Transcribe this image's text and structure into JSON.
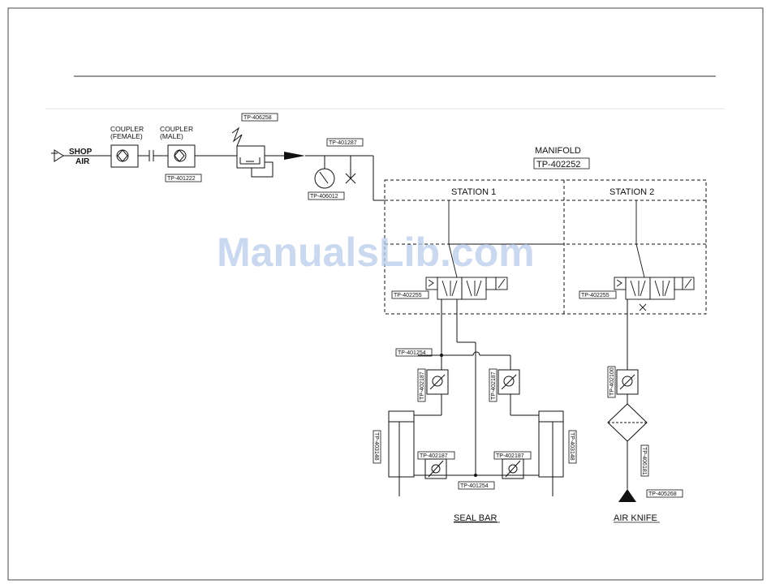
{
  "source": {
    "label_line1": "SHOP",
    "label_line2": "AIR"
  },
  "coupler_female": {
    "label_line1": "COUPLER",
    "label_line2": "(FEMALE)"
  },
  "coupler_male": {
    "label_line1": "COUPLER",
    "label_line2": "(MALE)",
    "part": "TP-401222"
  },
  "regulator": {
    "part": "TP-406258"
  },
  "main_line": {
    "part": "TP-401287"
  },
  "gauge": {
    "part": "TP-406012"
  },
  "manifold": {
    "label": "MANIFOLD",
    "part": "TP-402252",
    "station1": {
      "label": "STATION 1",
      "valve_part": "TP-402255"
    },
    "station2": {
      "label": "STATION 2",
      "valve_part": "TP-402255"
    }
  },
  "seal_bar": {
    "label": "SEAL BAR",
    "tee_part_upper": "TP-401254",
    "tee_part_lower": "TP-401254",
    "flow_control_left": "TP-402187",
    "flow_control_right": "TP-402187",
    "flow_control_bottom_left": "TP-402187",
    "flow_control_bottom_right": "TP-402187",
    "cylinder_left": "TP-403148",
    "cylinder_right": "TP-403148"
  },
  "air_knife": {
    "label": "AIR KNIFE",
    "flow_control": "TP-402100",
    "filter": "TP-406181",
    "nozzle": "TP-405268"
  },
  "watermark": "ManualsLib.com"
}
